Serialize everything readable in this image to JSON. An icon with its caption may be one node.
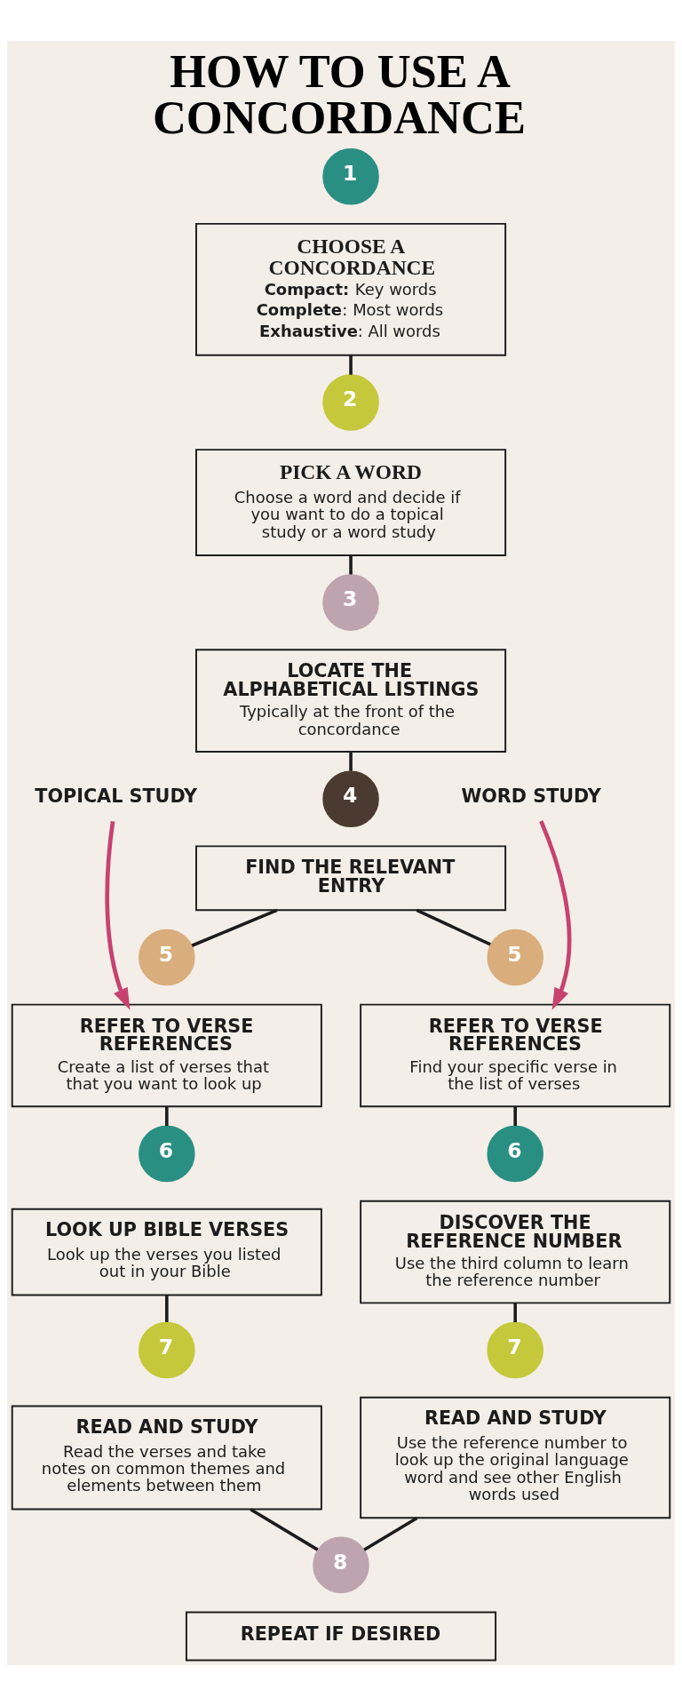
{
  "diagram": {
    "title": "HOW TO USE A CONCORDANCE",
    "nodes": [
      {
        "text": [
          "1"
        ]
      },
      {
        "text": [
          "CHOOSE A CONCORDANCE",
          "**Compact:** Key words",
          "**Complete**: Most words",
          "**Exhaustive**: All words"
        ]
      },
      {
        "text": [
          "2"
        ]
      },
      {
        "text": [
          "PICK A WORD",
          "Choose a word and decide if you want to do a topical study or a word study"
        ]
      },
      {
        "text": [
          "3"
        ]
      },
      {
        "text": [
          "LOCATE THE ALPHABETICAL LISTINGS",
          "Typically at the front of the concordance"
        ]
      },
      {
        "text": [
          "TOPICAL STUDY"
        ]
      },
      {
        "text": [
          "WORD STUDY"
        ]
      },
      {
        "text": [
          "4"
        ]
      },
      {
        "text": [
          "FIND THE RELEVANT ENTRY"
        ]
      },
      {
        "text": [
          "5"
        ]
      },
      {
        "text": [
          "5"
        ]
      },
      {
        "text": [
          "REFER TO VERSE REFERENCES",
          "Create a list of verses that that you want to look up"
        ]
      },
      {
        "text": [
          "REFER TO VERSE REFERENCES",
          "Find your specific verse in the list of verses"
        ]
      },
      {
        "text": [
          "6"
        ]
      },
      {
        "text": [
          "6"
        ]
      },
      {
        "text": [
          "LOOK UP BIBLE VERSES",
          "Look up the verses you listed out in your Bible"
        ]
      },
      {
        "text": [
          "DISCOVER THE REFERENCE NUMBER",
          "Use the third column to learn the reference number"
        ]
      },
      {
        "text": [
          "7"
        ]
      },
      {
        "text": [
          "7"
        ]
      },
      {
        "text": [
          "READ AND STUDY",
          "Read the verses and take notes on common themes and elements between them"
        ]
      },
      {
        "text": [
          "READ AND STUDY",
          "Use the reference number to look up the original language word and see other English words used"
        ]
      },
      {
        "text": [
          "8"
        ]
      },
      {
        "text": [
          "REPEAT IF DESIRED"
        ]
      }
    ],
    "edges": [
      {
        "from": 1,
        "to": 2,
        "arrow": "none"
      },
      {
        "from": 3,
        "to": 4,
        "arrow": "none"
      },
      {
        "from": 5,
        "to": 8,
        "arrow": "none"
      },
      {
        "from": 9,
        "to": 10,
        "arrow": "none"
      },
      {
        "from": 9,
        "to": 11,
        "arrow": "none"
      },
      {
        "from": 6,
        "to": 12,
        "arrow": "to",
        "color": "#c8426f"
      },
      {
        "from": 7,
        "to": 13,
        "arrow": "to",
        "color": "#c8426f"
      },
      {
        "from": 12,
        "to": 14,
        "arrow": "none"
      },
      {
        "from": 13,
        "to": 15,
        "arrow": "none"
      },
      {
        "from": 16,
        "to": 18,
        "arrow": "none"
      },
      {
        "from": 17,
        "to": 19,
        "arrow": "none"
      },
      {
        "from": 20,
        "to": 22,
        "arrow": "none"
      },
      {
        "from": 21,
        "to": 22,
        "arrow": "none"
      }
    ]
  }
}
